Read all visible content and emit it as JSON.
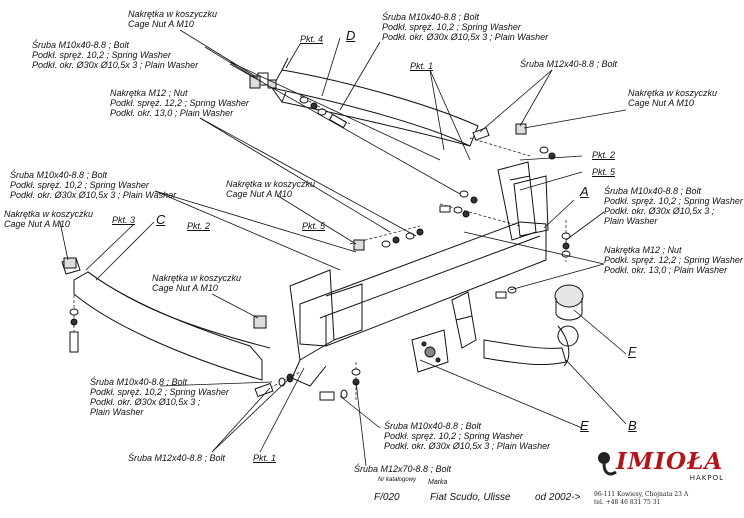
{
  "labels": {
    "nut_top": [
      "Nakrętka w koszyczku",
      "Cage Nut A M10"
    ],
    "bolt_top_right": [
      "Śruba M10x40-8.8 ; Bolt",
      "Podkł. spręż. 10,2 ; Spring Washer",
      "Podkł. okr.  Ø30x Ø10,5x 3 ; Plain Washer"
    ],
    "bolt_upper_left": [
      "Śruba M10x40-8.8 ;  Bolt",
      "Podkł. spręż. 10,2 ; Spring Washer",
      "Podkł. okr.  Ø30x Ø10,5x 3 ; Plain Washer"
    ],
    "nut_m12_top": [
      "Nakrętka  M12 ; Nut",
      "Podkł. spręż. 12,2 ; Spring Washer",
      "Podkł. okr. 13,0 ;  Plain Washer"
    ],
    "bolt_mid_left": [
      "Śruba M10x40-8.8 ; Bolt",
      "Podkł. spręż. 10,2 ; Spring Washer",
      "Podkł. okr.  Ø30x Ø10,5x 3 ; Plain Washer"
    ],
    "nut_center": [
      "Nakrętka w koszyczku",
      "Cage Nut A M10"
    ],
    "nut_left": [
      "Nakrętka w koszyczku",
      "Cage Nut A M10"
    ],
    "nut_mid": [
      "Nakrętka w koszyczku",
      "Cage Nut A M10"
    ],
    "bolt_m12_top": [
      "Śruba M12x40-8.8 ; Bolt"
    ],
    "nut_right_top": [
      "Nakrętka w koszyczku",
      "Cage Nut A M10"
    ],
    "bolt_right": [
      "Śruba M10x40-8.8 ;  Bolt",
      "Podkł. spręż. 10,2 ; Spring Washer",
      "Podkł. okr.  Ø30x Ø10,5x 3 ;",
      "Plain Washer"
    ],
    "nut_m12_right": [
      "Nakrętka  M12 ; Nut",
      "Podkł. spręż. 12,2 ; Spring Washer",
      "Podkł. okr. 13,0 ;  Plain Washer"
    ],
    "bolt_bottom_left": [
      "Śruba M10x40-8.8 ;  Bolt",
      "Podkł. spręż. 10,2 ; Spring Washer",
      "Podkł. okr.  Ø30x Ø10,5x 3 ;",
      "Plain Washer"
    ],
    "bolt_bottom_center": [
      "Śruba M10x40-8.8 ;  Bolt",
      "Podkł. spręż. 10,2 ; Spring Washer",
      "Podkł. okr.  Ø30x Ø10,5x 3 ; Plain Washer"
    ],
    "bolt_m12_bottom": [
      "Śruba M12x40-8.8 ;  Bolt"
    ],
    "bolt_m12x70": [
      "Śruba M12x70-8.8 ;  Bolt"
    ]
  },
  "pkt": {
    "pkt4": "Pkt. 4",
    "pkt1_top": "Pkt. 1",
    "pkt2_right": "Pkt. 2",
    "pkt5_right": "Pkt. 5",
    "pkt3": "Pkt. 3",
    "pkt2_left": "Pkt. 2",
    "pkt5_left": "Pkt. 5",
    "pkt1_bottom": "Pkt. 1"
  },
  "letters": {
    "A": "A",
    "B": "B",
    "C": "C",
    "D": "D",
    "E": "E",
    "F": "F"
  },
  "footer": {
    "catalog_label": "Nr katalogowy",
    "catalog_no": "F/020",
    "make_label": "Marka",
    "make": "Fiat Scudo, Ulisse",
    "date": "od  2002->"
  },
  "brand": {
    "name": "IMIOŁA",
    "sub": "HAKPOL",
    "address": [
      "96-111 Kowiesy, Chojnata 23 A",
      "tel. +48 46 831 75 31"
    ],
    "color": "#b3141c"
  }
}
